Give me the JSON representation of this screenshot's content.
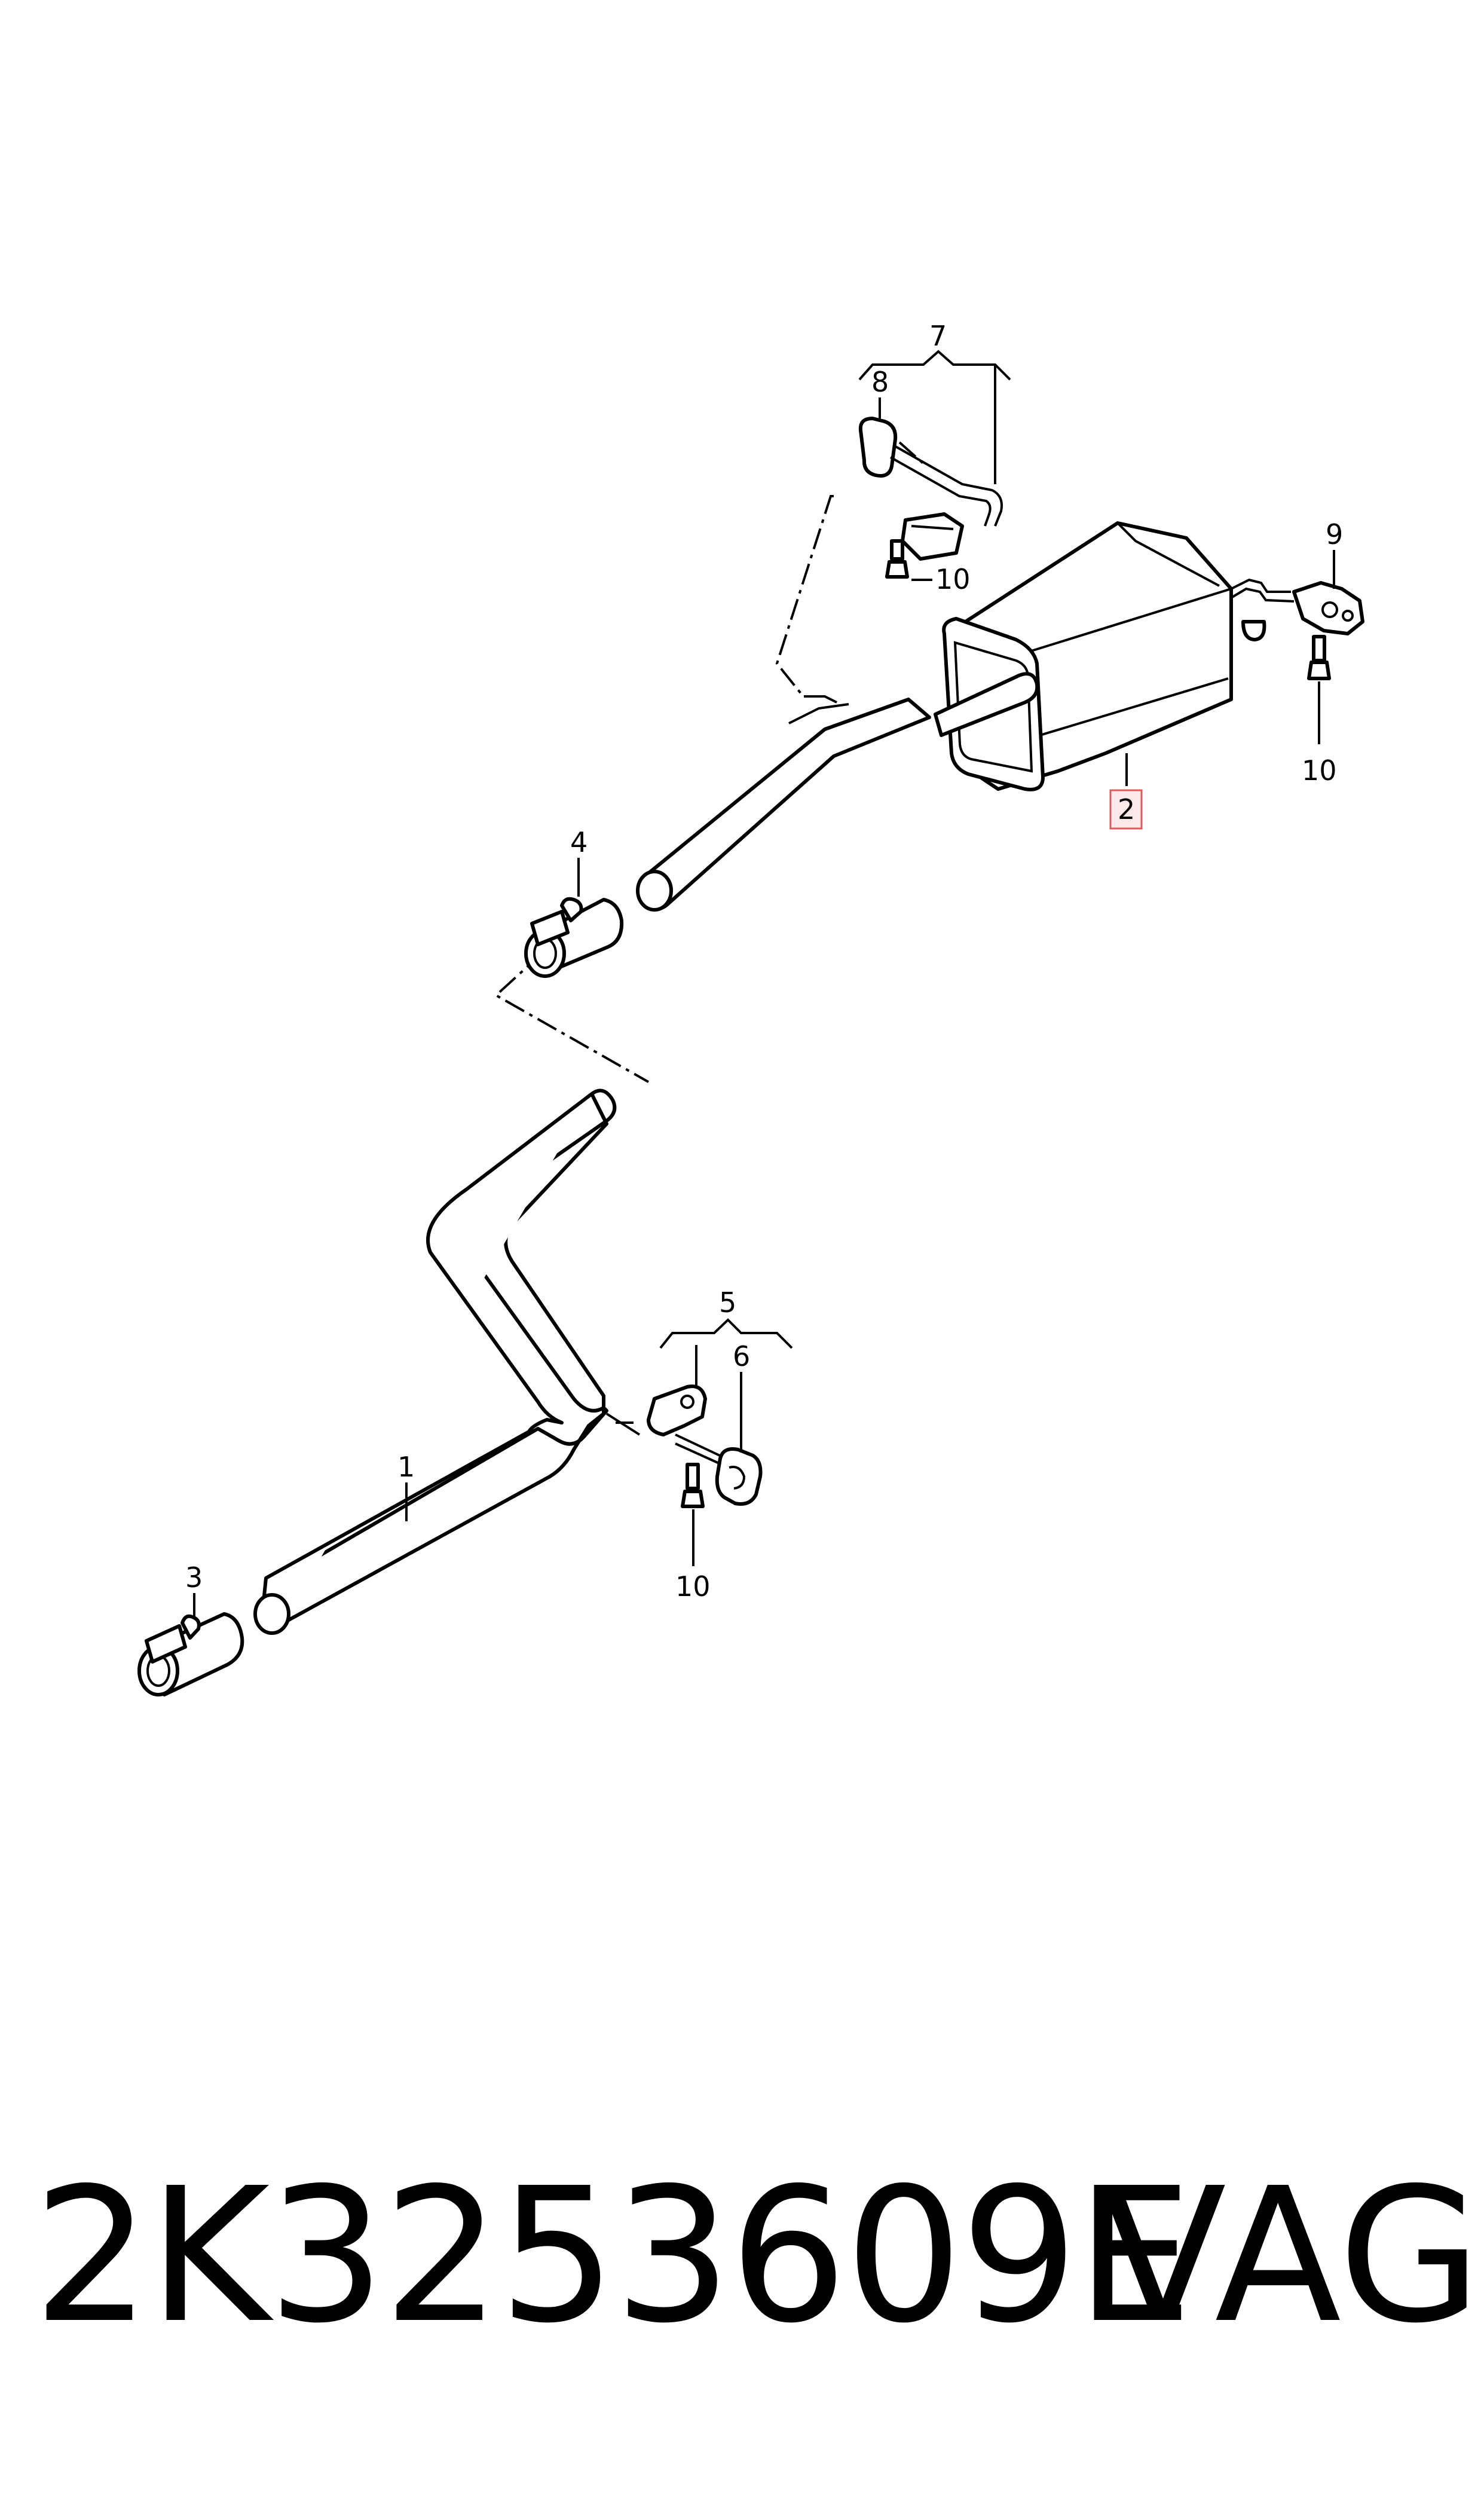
{
  "callouts": {
    "c1": "1",
    "c2": "2",
    "c3": "3",
    "c4": "4",
    "c5": "5",
    "c6": "6",
    "c7": "7",
    "c8": "8",
    "c9": "9",
    "c10a": "10",
    "c10b": "10",
    "c10c": "10"
  },
  "highlight_color": "#e05a5a",
  "footer": {
    "part_number": "2K3253609E",
    "brand": "VAG"
  }
}
